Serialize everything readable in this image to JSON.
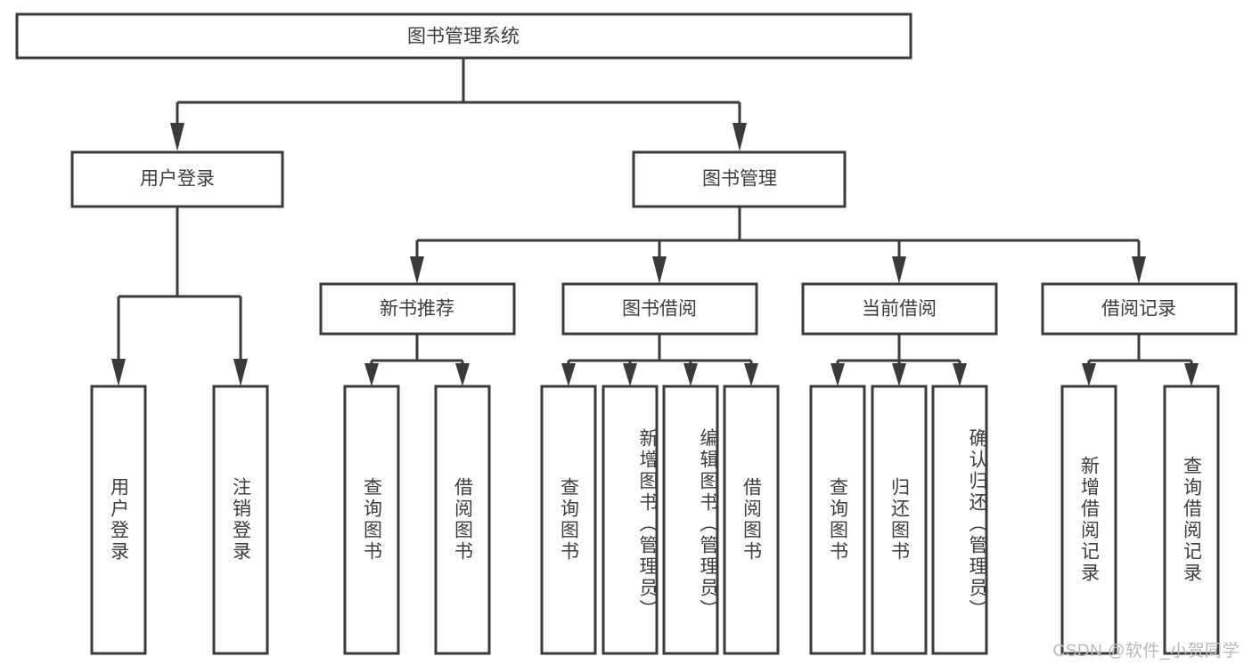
{
  "diagram": {
    "title": "图书管理系统",
    "type": "tree-hierarchy",
    "orientation": "top-down",
    "stroke_color": "#3a3a3a",
    "text_color": "#3d3d3d",
    "background_color": "#ffffff"
  },
  "root": {
    "label": "图书管理系统"
  },
  "level2": [
    {
      "label": "用户登录"
    },
    {
      "label": "图书管理"
    }
  ],
  "level3": [
    {
      "label": "新书推荐"
    },
    {
      "label": "图书借阅"
    },
    {
      "label": "当前借阅"
    },
    {
      "label": "借阅记录"
    }
  ],
  "leaves": {
    "user_login": [
      {
        "label": "用户登录"
      },
      {
        "label": "注销登录"
      }
    ],
    "new_book_recommend": [
      {
        "label": "查询图书"
      },
      {
        "label": "借阅图书"
      }
    ],
    "book_borrow": [
      {
        "label": "查询图书"
      },
      {
        "label": "新增图书（管理员）"
      },
      {
        "label": "编辑图书（管理员）"
      },
      {
        "label": "借阅图书"
      }
    ],
    "current_borrow": [
      {
        "label": "查询图书"
      },
      {
        "label": "归还图书"
      },
      {
        "label": "确认归还（管理员）"
      }
    ],
    "borrow_record": [
      {
        "label": "新增借阅记录"
      },
      {
        "label": "查询借阅记录"
      }
    ]
  },
  "watermark": {
    "text": "CSDN @软件_小贺同学"
  }
}
